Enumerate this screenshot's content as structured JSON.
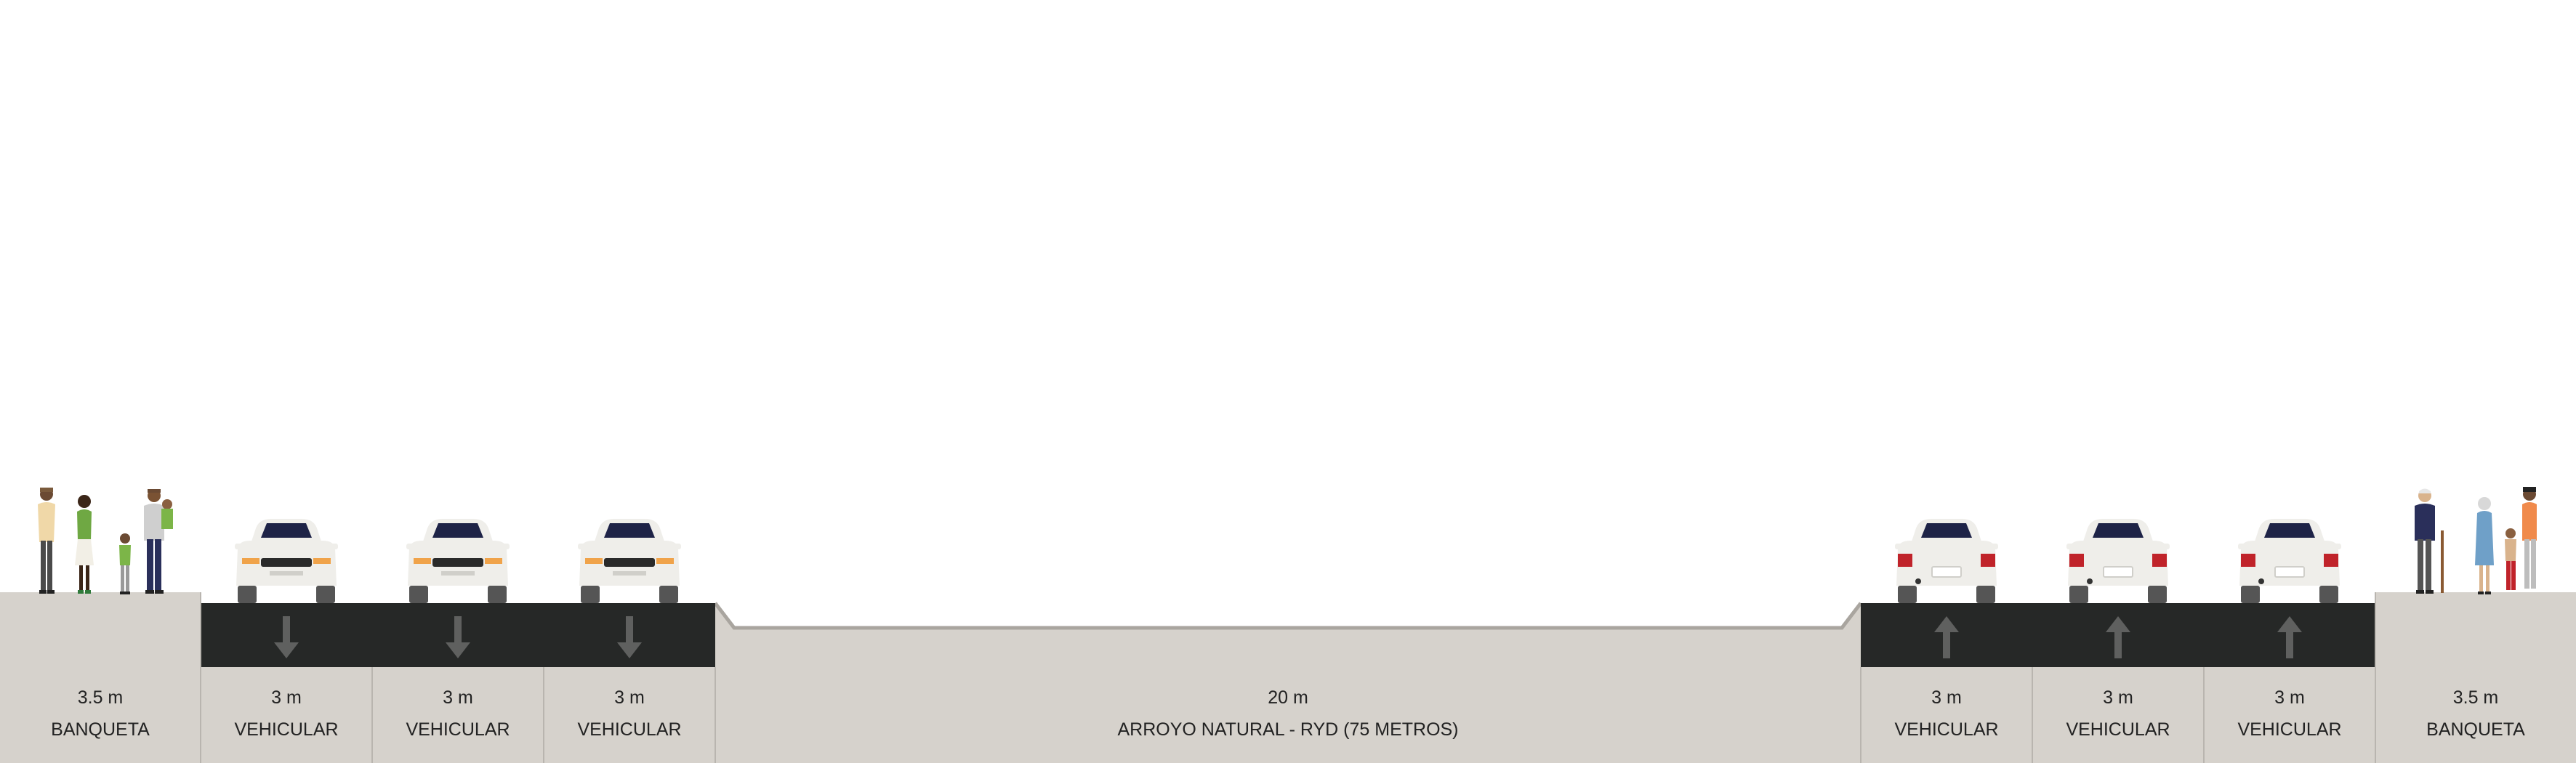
{
  "colors": {
    "sidewalk": "#d6d2cc",
    "asphalt": "#262827",
    "arrow": "#5f605f",
    "car_body": "#efeeea",
    "car_window": "#1e2347",
    "tail_light": "#c0232a",
    "headlight": "#f0a34a"
  },
  "segments": [
    {
      "width": "3.5 m",
      "name": "BANQUETA",
      "type": "sidewalk"
    },
    {
      "width": "3 m",
      "name": "VEHICULAR",
      "type": "lane",
      "direction": "down",
      "vehicle": "car-front"
    },
    {
      "width": "3 m",
      "name": "VEHICULAR",
      "type": "lane",
      "direction": "down",
      "vehicle": "car-front"
    },
    {
      "width": "3 m",
      "name": "VEHICULAR",
      "type": "lane",
      "direction": "down",
      "vehicle": "car-front"
    },
    {
      "width": "20 m",
      "name": "ARROYO NATURAL - RYD (75 METROS)",
      "type": "channel"
    },
    {
      "width": "3 m",
      "name": "VEHICULAR",
      "type": "lane",
      "direction": "up",
      "vehicle": "car-rear"
    },
    {
      "width": "3 m",
      "name": "VEHICULAR",
      "type": "lane",
      "direction": "up",
      "vehicle": "car-rear"
    },
    {
      "width": "3 m",
      "name": "VEHICULAR",
      "type": "lane",
      "direction": "up",
      "vehicle": "car-rear"
    },
    {
      "width": "3.5 m",
      "name": "BANQUETA",
      "type": "sidewalk"
    }
  ]
}
